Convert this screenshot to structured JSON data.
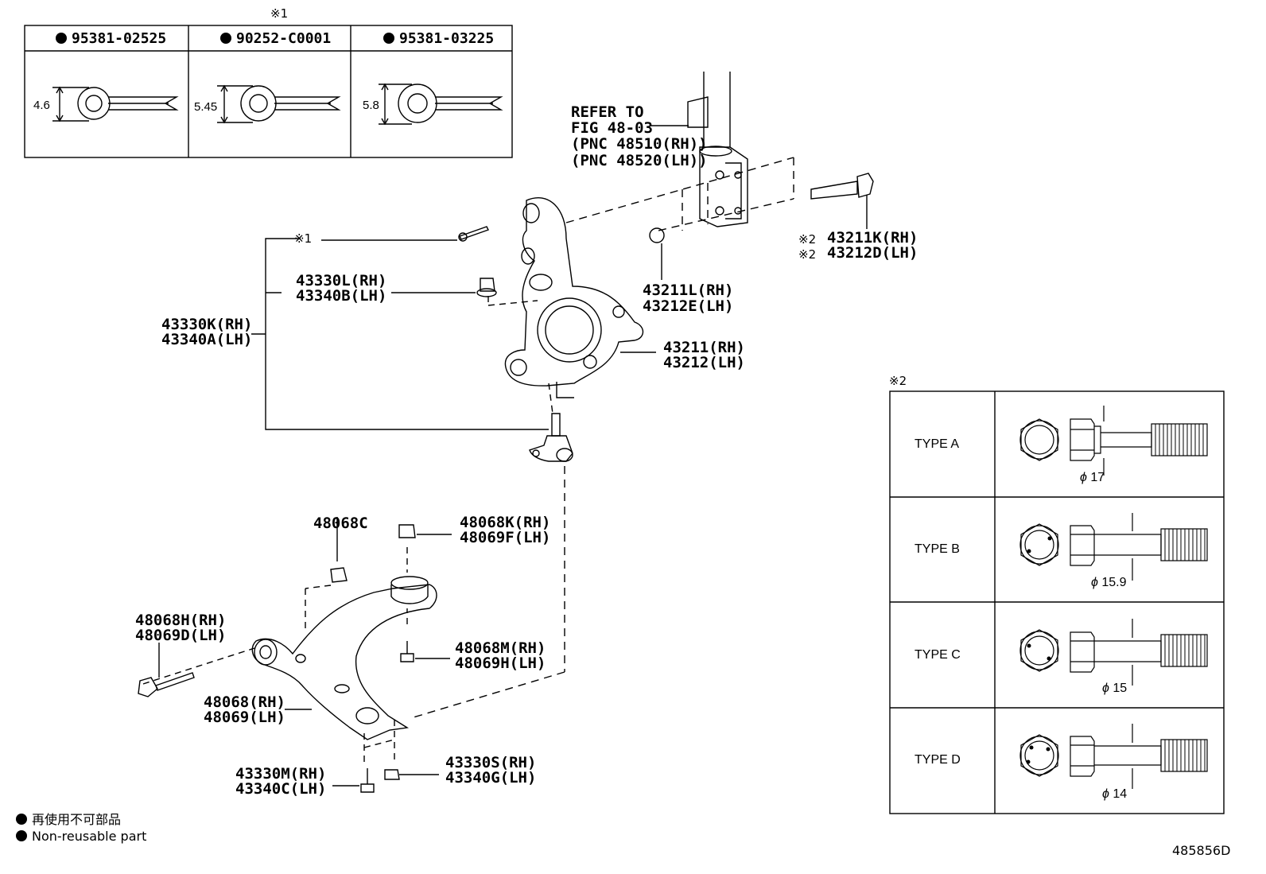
{
  "notes": {
    "mark1": "※1",
    "mark2": "※2"
  },
  "pin_table": {
    "headers": [
      "95381-02525",
      "90252-C0001",
      "95381-03225"
    ],
    "dims": [
      "4.6",
      "5.45",
      "5.8"
    ]
  },
  "refer": {
    "line1": "REFER TO",
    "line2": "FIG 48-03",
    "line3": "(PNC 48510(RH))",
    "line4": "(PNC 48520(LH))"
  },
  "parts": {
    "bolt_rh": "43211K(RH)",
    "bolt_lh": "43212D(LH)",
    "nut_rh": "43211L(RH)",
    "nut_lh": "43212E(LH)",
    "knuckle_rh": "43211(RH)",
    "knuckle_lh": "43212(LH)",
    "balljoint_nut_rh": "43330L(RH)",
    "balljoint_nut_lh": "43340B(LH)",
    "balljoint_rh": "43330K(RH)",
    "balljoint_lh": "43340A(LH)",
    "bushing": "48068C",
    "arm_nut_rh": "48068K(RH)",
    "arm_nut_lh": "48069F(LH)",
    "arm_bolt_rh": "48068H(RH)",
    "arm_bolt_lh": "48069D(LH)",
    "arm_bolt2_rh": "48068M(RH)",
    "arm_bolt2_lh": "48069H(LH)",
    "arm_rh": "48068(RH)",
    "arm_lh": "48069(LH)",
    "bj_bolt_rh": "43330M(RH)",
    "bj_bolt_lh": "43340C(LH)",
    "bj_nut_rh": "43330S(RH)",
    "bj_nut_lh": "43340G(LH)"
  },
  "types_table": {
    "rows": [
      {
        "type": "TYPE A",
        "diameter": "17"
      },
      {
        "type": "TYPE B",
        "diameter": "15.9"
      },
      {
        "type": "TYPE C",
        "diameter": "15"
      },
      {
        "type": "TYPE D",
        "diameter": "14"
      }
    ],
    "phi_symbol": "ϕ"
  },
  "legend": {
    "jp": "再使用不可部品",
    "en": "Non-reusable part"
  },
  "figure_number": "485856D"
}
